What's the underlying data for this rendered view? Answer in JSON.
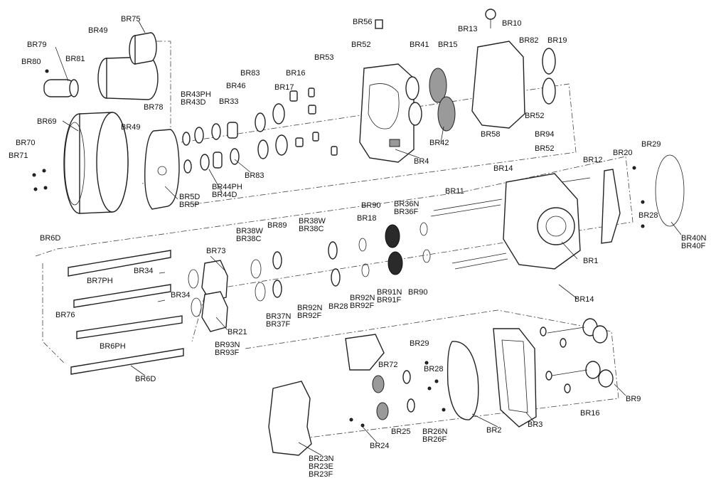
{
  "labels": {
    "BR1": "BR1",
    "BR2": "BR2",
    "BR3": "BR3",
    "BR4": "BR4",
    "BR5": "BR5D\nBR5P",
    "BR6D_top": "BR6D",
    "BR6D_bottom": "BR6D",
    "BR6PH": "BR6PH",
    "BR7PH": "BR7PH",
    "BR9": "BR9",
    "BR10": "BR10",
    "BR11": "BR11",
    "BR12": "BR12",
    "BR13": "BR13",
    "BR14_top": "BR14",
    "BR14_bottom": "BR14",
    "BR15": "BR15",
    "BR16_top": "BR16",
    "BR16_bottom": "BR16",
    "BR17": "BR17",
    "BR18": "BR18",
    "BR19": "BR19",
    "BR20": "BR20",
    "BR21": "BR21",
    "BR23": "BR23N\nBR23E\nBR23F",
    "BR24": "BR24",
    "BR25": "BR25",
    "BR26": "BR26N\nBR26F",
    "BR28_right": "BR28",
    "BR28_mid": "BR28",
    "BR28_low": "BR28",
    "BR29_top": "BR29",
    "BR29_low": "BR29",
    "BR33": "BR33",
    "BR34_a": "BR34",
    "BR34_b": "BR34",
    "BR36": "BR36N\nBR36F",
    "BR37": "BR37N\nBR37F",
    "BR38C_left": "BR38W\nBR38C",
    "BR38C_right": "BR38W\nBR38C",
    "BR40": "BR40N\nBR40F",
    "BR41": "BR41",
    "BR42": "BR42",
    "BR43": "BR43PH\nBR43D",
    "BR44": "BR44PH\nBR44D",
    "BR46": "BR46",
    "BR49_top": "BR49",
    "BR49_mid": "BR49",
    "BR52_top": "BR52",
    "BR52_mid": "BR52",
    "BR52_low": "BR52",
    "BR53": "BR53",
    "BR56": "BR56",
    "BR58": "BR58",
    "BR69": "BR69",
    "BR70": "BR70",
    "BR71": "BR71",
    "BR72": "BR72",
    "BR73": "BR73",
    "BR75": "BR75",
    "BR76": "BR76",
    "BR78": "BR78",
    "BR79": "BR79",
    "BR80": "BR80",
    "BR81": "BR81",
    "BR82": "BR82",
    "BR83_top": "BR83",
    "BR83_bottom": "BR83",
    "BR89": "BR89",
    "BR90_top": "BR90",
    "BR90_bottom": "BR90",
    "BR91": "BR91N\nBR91F",
    "BR92_left": "BR92N\nBR92F",
    "BR92_right": "BR92N\nBR92F",
    "BR93": "BR93N\nBR93F",
    "BR94": "BR94"
  }
}
